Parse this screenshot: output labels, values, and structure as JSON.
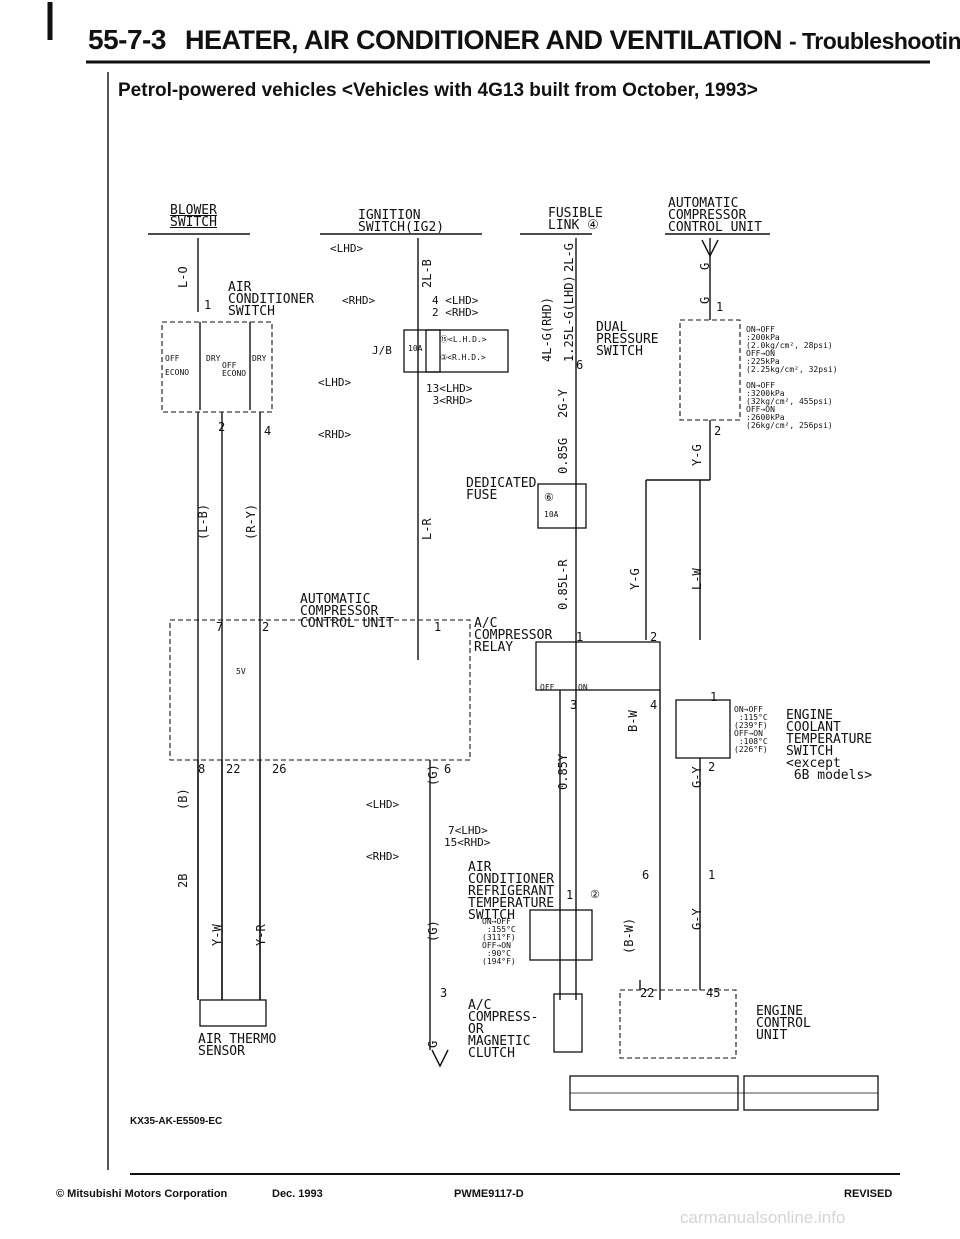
{
  "header": {
    "section_number": "55-7-3",
    "title": "HEATER, AIR CONDITIONER AND VENTILATION",
    "suffix": "- Troubleshooting",
    "subtitle": "Petrol-powered vehicles <Vehicles with 4G13 built from October, 1993>"
  },
  "components": {
    "blower_switch": "BLOWER\nSWITCH",
    "ignition_switch": "IGNITION\nSWITCH(IG2)",
    "fusible_link": "FUSIBLE\nLINK ④",
    "ac_comp_control_top": "AUTOMATIC\nCOMPRESSOR\nCONTROL UNIT",
    "ac_switch": "AIR\nCONDITIONER\nSWITCH",
    "dual_pressure_switch": "DUAL\nPRESSURE\nSWITCH",
    "dedicated_fuse": "DEDICATED\nFUSE",
    "ac_comp_control_mid": "AUTOMATIC\nCOMPRESSOR\nCONTROL UNIT",
    "ac_relay": "A/C\nCOMPRESSOR\nRELAY",
    "engine_coolant_switch": "ENGINE\nCOOLANT\nTEMPERATURE\nSWITCH\n<except\n 6B models>",
    "refrigerant_switch": "AIR\nCONDITIONER\nREFRIGERANT\nTEMPERATURE\nSWITCH",
    "thermo_sensor": "AIR THERMO\nSENSOR",
    "magnetic_clutch": "A/C\nCOMPRESS-\nOR\nMAGNETIC\nCLUTCH",
    "engine_control": "ENGINE\nCONTROL\nUNIT"
  },
  "switch_states": {
    "blower_off": "OFF",
    "blower_dry1": "DRY",
    "blower_dry2": "DRY",
    "blower_econo1": "ECONO",
    "blower_off2": "OFF",
    "blower_econo2": "ECONO",
    "dual_pressure_low": "ON→OFF\n:200kPa\n(2.0kg/cm², 28psi)\nOFF→ON\n:225kPa\n(2.25kg/cm², 32psi)",
    "dual_pressure_high": "ON→OFF\n:3200kPa\n(32kg/cm², 455psi)\nOFF→ON\n:2600kPa\n(26kg/cm², 256psi)",
    "coolant_spec": "ON→OFF\n :115°C\n(239°F)\nOFF→ON\n :108°C\n(226°F)",
    "refrigerant_spec": "ON→OFF\n :155°C\n(311°F)\nOFF→ON\n :90°C\n(194°F)",
    "on": "ON",
    "off": "OFF",
    "five_v": "5V",
    "fuse_rating": "10A",
    "fuse_number": "⑥"
  },
  "connector_notes": {
    "lhd": "<LHD>",
    "rhd": "<RHD>",
    "jb": "J/B",
    "jb_fuse": "10A",
    "jb_lhd": "⑮<L.H.D.>",
    "jb_rhd": "③<R.H.D.>",
    "pin_4_lhd": "4 <LHD>",
    "pin_2_rhd": "2 <RHD>",
    "pin_13_lhd": "13<LHD>",
    "pin_3_rhd": " 3<RHD>",
    "pin_7_lhd": "7<LHD>",
    "pin_15_rhd": "15<RHD>",
    "relay_ident": "②"
  },
  "wire_colors": {
    "l_o": "L-O",
    "l_b": "(L-B)",
    "r_y": "(R-Y)",
    "two_l_b": "2L-B",
    "l_r": "L-R",
    "two_l_g": "2L-G",
    "four_l_g": "4L-G(RHD)",
    "l25_g": "1.25L-G(LHD)",
    "two_g_y": "2G-Y",
    "g085": "0.85G",
    "l085_r": "0.85L-R",
    "g_top": "G",
    "g_mid": "G",
    "y_g1": "Y-G",
    "y_g2": "Y-G",
    "l_w": "L-W",
    "b_w": "B-W",
    "y085": "0.85Y",
    "g_y1": "G-Y",
    "g_y2": "G-Y",
    "b_w_paren": "(B-W)",
    "b_paren": "(B)",
    "g_paren1": "(G)",
    "g_paren2": "(G)",
    "two_b": "2B",
    "y_w": "Y-W",
    "y_r": "Y-R",
    "g_bottom": "G"
  },
  "pins": {
    "p1": "1",
    "p2": "2",
    "p4": "4",
    "p7": "7",
    "p2b": "2",
    "p1b": "1",
    "p1c": "1",
    "p2c": "2",
    "p3": "3",
    "p4b": "4",
    "p1d": "1",
    "p2d": "2",
    "p8": "8",
    "p22": "22",
    "p26": "26",
    "p6": "6",
    "p6b": "6",
    "p1e": "1",
    "p1f": "1",
    "p3b": "3",
    "p22b": "22",
    "p45": "45",
    "p6c": "6",
    "p1g": "1",
    "p2e": "2"
  },
  "footer": {
    "drawing_code": "KX35-AK-E5509-EC",
    "copyright": "© Mitsubishi Motors Corporation",
    "date": "Dec. 1993",
    "doc_id": "PWME9117-D",
    "status": "REVISED"
  },
  "watermark": "carmanualsonline.info"
}
